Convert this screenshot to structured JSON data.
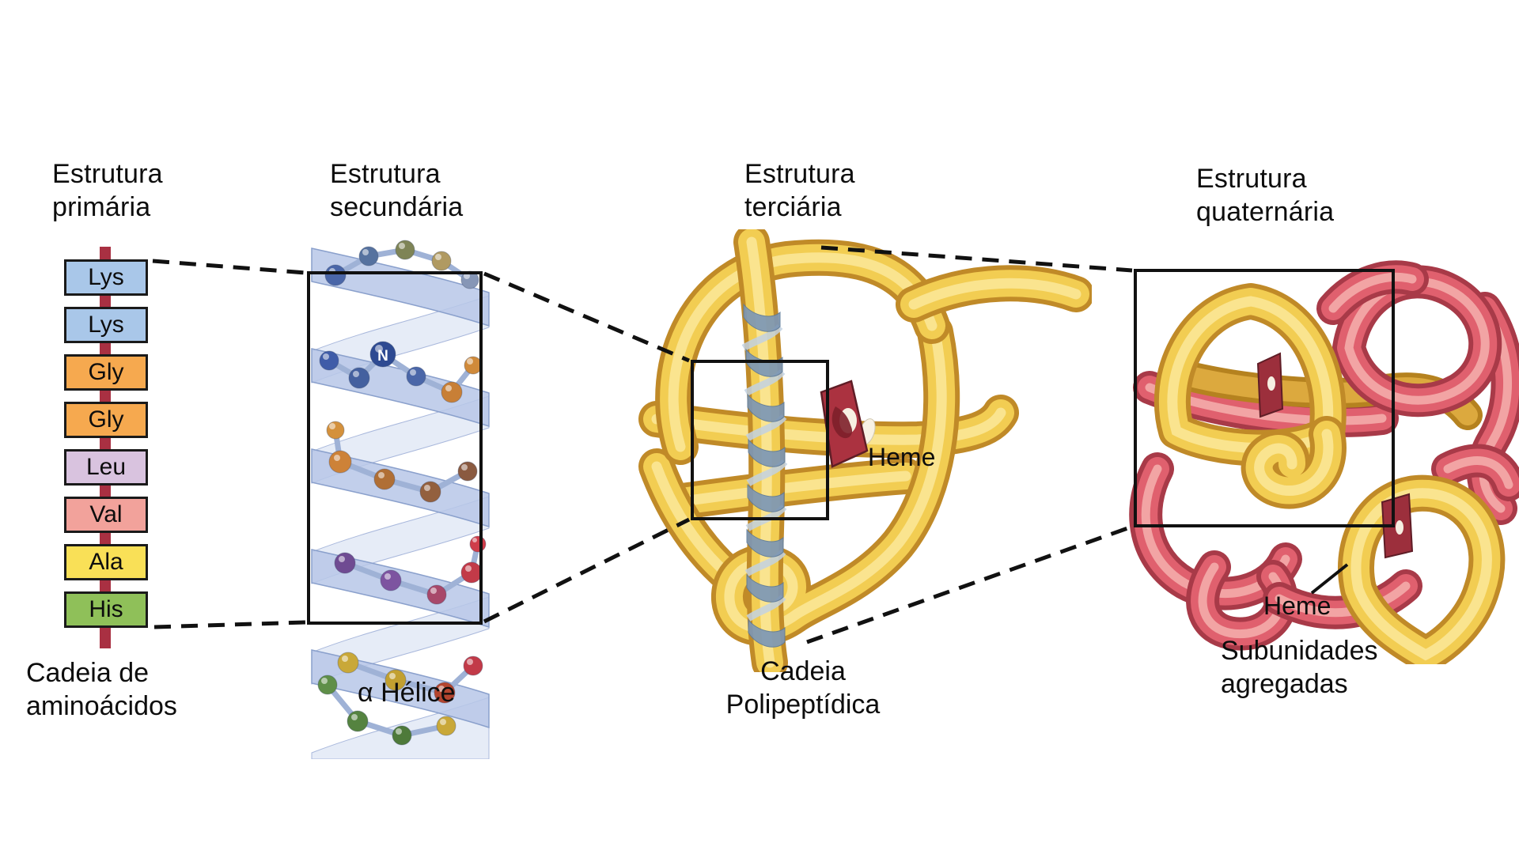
{
  "diagram": {
    "background": "#ffffff",
    "primary": {
      "title_line1": "Estrutura",
      "title_line2": "primária",
      "caption_line1": "Cadeia de",
      "caption_line2": "aminoácidos",
      "chain_color": "#a93042",
      "amino_acids": [
        {
          "label": "Lys",
          "color": "#a9c7e9"
        },
        {
          "label": "Lys",
          "color": "#a9c7e9"
        },
        {
          "label": "Gly",
          "color": "#f6a94f"
        },
        {
          "label": "Gly",
          "color": "#f6a94f"
        },
        {
          "label": "Leu",
          "color": "#d9c3df"
        },
        {
          "label": "Val",
          "color": "#f2a29b"
        },
        {
          "label": "Ala",
          "color": "#f9e057"
        },
        {
          "label": "His",
          "color": "#8fc059"
        }
      ]
    },
    "secondary": {
      "title_line1": "Estrutura",
      "title_line2": "secundária",
      "caption": "α Hélice",
      "n_terminus_label": "N",
      "ribbon_color": "#b7c7e7"
    },
    "tertiary": {
      "title_line1": "Estrutura",
      "title_line2": "terciária",
      "caption_line1": "Cadeia",
      "caption_line2": "Polipeptídica",
      "heme_label": "Heme",
      "tube_color": "#f2cd52",
      "heme_color": "#ab3240"
    },
    "quaternary": {
      "title_line1": "Estrutura",
      "title_line2": "quaternária",
      "caption_line1": "Subunidades",
      "caption_line2": "agregadas",
      "heme_label": "Heme",
      "alpha_subunit_color": "#f2cd52",
      "beta_subunit_color": "#e0606e"
    }
  }
}
